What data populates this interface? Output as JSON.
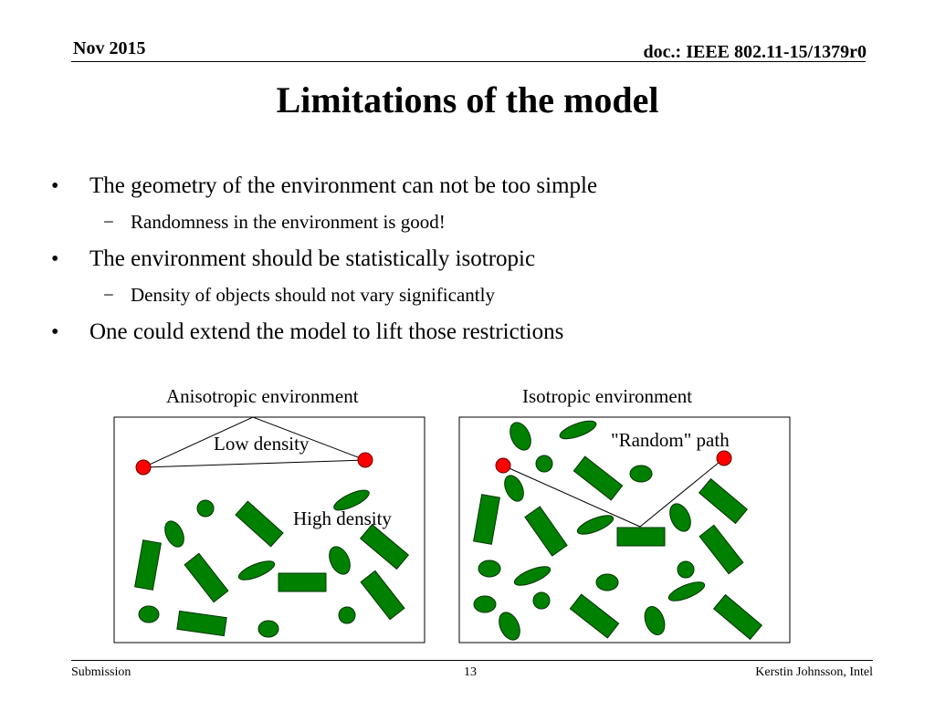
{
  "header": {
    "date": "Nov 2015",
    "doc": "doc.: IEEE 802.11-15/1379r0"
  },
  "title": "Limitations of the model",
  "bullets": [
    {
      "text": "The geometry of the environment can not be too simple",
      "sub": "Randomness in the environment is good!"
    },
    {
      "text": "The environment should be statistically isotropic",
      "sub": "Density of objects should not vary significantly"
    },
    {
      "text": "One could extend the model to lift those restrictions"
    }
  ],
  "bullet_marks": {
    "bullet": "•",
    "dash": "−"
  },
  "figures": {
    "left": {
      "caption": "Anisotropic environment",
      "low_label": "Low density",
      "high_label": "High density"
    },
    "right": {
      "caption": "Isotropic environment",
      "path_label": "\"Random\" path"
    }
  },
  "colors": {
    "obstacle": "#008000",
    "obstacle_stroke": "#003300",
    "endpoint": "#ff0000"
  },
  "footer": {
    "left": "Submission",
    "page": "13",
    "right": "Kerstin Johnsson, Intel"
  }
}
